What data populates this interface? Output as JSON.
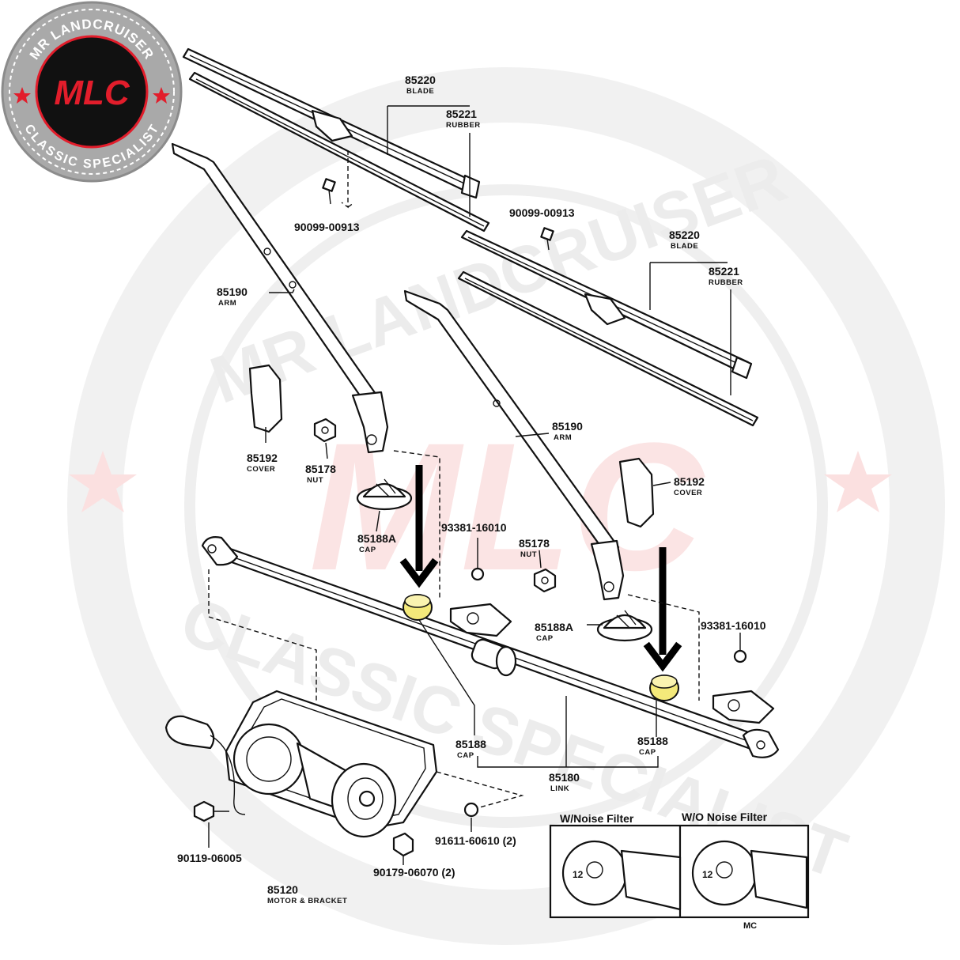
{
  "watermark": {
    "top_text": "MR LANDCRUISER",
    "bottom_text": "CLASSIC SPECIALIST",
    "center_mark": "MLC"
  },
  "logo": {
    "ring_top": "MR LANDCRUISER",
    "ring_bottom": "CLASSIC SPECIALIST",
    "mark": "MLC",
    "colors": {
      "ring": "#a9a9a9",
      "disc": "#111111",
      "mark": "#e21d2b",
      "star": "#e21d2b"
    }
  },
  "parts": {
    "blade_left": {
      "number": "85220",
      "name": "BLADE"
    },
    "rubber_left": {
      "number": "85221",
      "name": "RUBBER"
    },
    "screw_left": {
      "number": "90099-00913"
    },
    "screw_right": {
      "number": "90099-00913"
    },
    "blade_right": {
      "number": "85220",
      "name": "BLADE"
    },
    "rubber_right": {
      "number": "85221",
      "name": "RUBBER"
    },
    "arm_left": {
      "number": "85190",
      "name": "ARM"
    },
    "arm_right": {
      "number": "85190",
      "name": "ARM"
    },
    "cover_left": {
      "number": "85192",
      "name": "COVER"
    },
    "cover_right": {
      "number": "85192",
      "name": "COVER"
    },
    "nut_left": {
      "number": "85178",
      "name": "NUT"
    },
    "nut_right": {
      "number": "85178",
      "name": "NUT"
    },
    "cap_a_left": {
      "number": "85188A",
      "name": "CAP"
    },
    "cap_a_right": {
      "number": "85188A",
      "name": "CAP"
    },
    "washer_left": {
      "number": "93381-16010"
    },
    "washer_right": {
      "number": "93381-16010"
    },
    "cap_left": {
      "number": "85188",
      "name": "CAP"
    },
    "cap_right": {
      "number": "85188",
      "name": "CAP"
    },
    "link": {
      "number": "85180",
      "name": "LINK"
    },
    "bolt_motor": {
      "number": "90119-06005"
    },
    "washer_motor": {
      "number": "91611-60610 (2)"
    },
    "nut_motor": {
      "number": "90179-06070 (2)"
    },
    "motor": {
      "number": "85120",
      "name": "MOTOR & BRACKET"
    }
  },
  "inset": {
    "left_title": "W/Noise Filter",
    "right_title": "W/O Noise Filter",
    "left_terminal": "12",
    "right_terminal": "12",
    "footer": "MC"
  },
  "highlight_color": "#f4e97a"
}
